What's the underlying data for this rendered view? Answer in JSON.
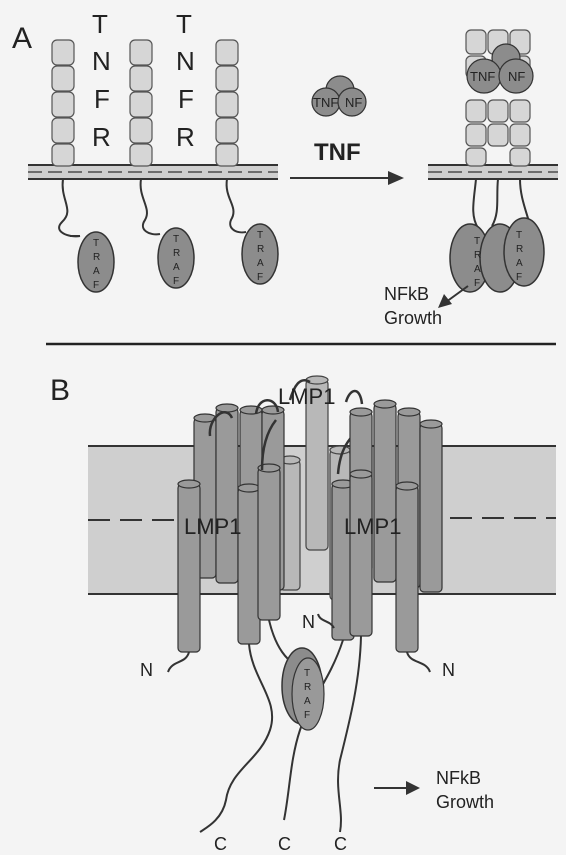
{
  "panel_a": {
    "label": "A",
    "receptor_letters": [
      "T",
      "N",
      "F",
      "R"
    ],
    "ligand_label": "TNF",
    "trimer_labels": [
      "TNF",
      "NF"
    ],
    "adapter_letters": [
      "T",
      "R",
      "A",
      "F"
    ],
    "output": [
      "NFkB",
      "Growth"
    ]
  },
  "panel_b": {
    "label": "B",
    "protein_label": "LMP1",
    "n_terminus": "N",
    "c_terminus": "C",
    "adapter_letters": [
      "T",
      "R",
      "A",
      "F"
    ],
    "output": [
      "NFkB",
      "Growth"
    ]
  },
  "colors": {
    "receptor_fill": "#d6d6d6",
    "traf_fill": "#8c8c8c",
    "membrane_fill": "#cfcfcf",
    "helix_fill": "#9a9a9a",
    "line": "#333333"
  }
}
